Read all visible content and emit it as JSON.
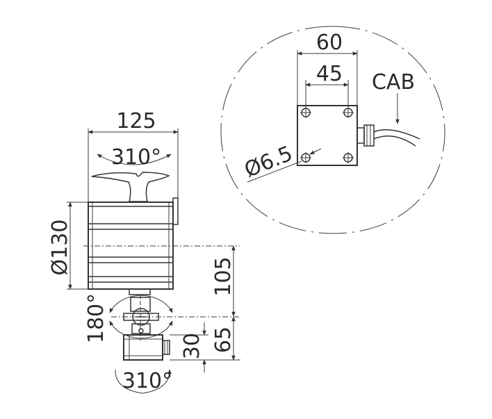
{
  "dimensions": {
    "width_top": "125",
    "rotation_top": "310°",
    "diameter_left": "Ø130",
    "height_105": "105",
    "height_65": "65",
    "height_30": "30",
    "tilt": "180°",
    "rotation_bottom": "310°"
  },
  "detail": {
    "plate_width": "60",
    "hole_spacing": "45",
    "hole_diameter": "Ø6.5",
    "cable_label": "CAB"
  }
}
